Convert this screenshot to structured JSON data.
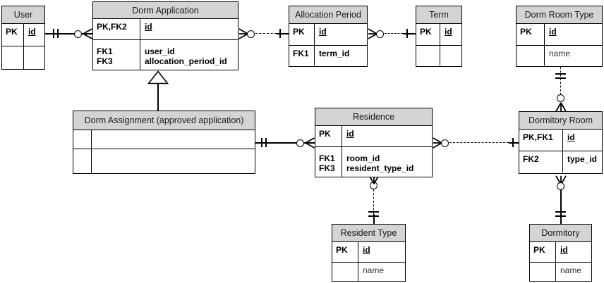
{
  "diagram": {
    "type": "entity-relationship-diagram",
    "notation": "crows-foot",
    "background_color": "#ffffff",
    "header_fill": "#d4d4d4",
    "line_color": "#000000"
  },
  "entities": [
    {
      "id": "user",
      "title": "User",
      "rows": [
        {
          "key": "PK",
          "attrs": [
            "id"
          ],
          "primary": true,
          "style": "bold"
        },
        {
          "key": "",
          "attrs": [],
          "primary": false,
          "style": "bold"
        }
      ]
    },
    {
      "id": "dorm-application",
      "title": "Dorm Application",
      "rows": [
        {
          "key": "PK,FK2",
          "attrs": [
            "id"
          ],
          "primary": true,
          "style": "bold"
        },
        {
          "key": "FK1\nFK3",
          "attrs": [
            "user_id",
            "allocation_period_id"
          ],
          "primary": false,
          "style": "bold"
        }
      ]
    },
    {
      "id": "allocation-period",
      "title": "Allocation Period",
      "rows": [
        {
          "key": "PK",
          "attrs": [
            "id"
          ],
          "primary": true,
          "style": "bold"
        },
        {
          "key": "FK1",
          "attrs": [
            "term_id"
          ],
          "primary": false,
          "style": "bold"
        }
      ]
    },
    {
      "id": "term",
      "title": "Term",
      "rows": [
        {
          "key": "PK",
          "attrs": [
            "id"
          ],
          "primary": true,
          "style": "bold"
        },
        {
          "key": "",
          "attrs": [],
          "primary": false,
          "style": "bold"
        }
      ]
    },
    {
      "id": "dorm-room-type",
      "title": "Dorm Room Type",
      "rows": [
        {
          "key": "PK",
          "attrs": [
            "id"
          ],
          "primary": true,
          "style": "bold"
        },
        {
          "key": "",
          "attrs": [
            "name"
          ],
          "primary": false,
          "style": "plain"
        }
      ]
    },
    {
      "id": "dorm-assignment",
      "title": "Dorm Assignment (approved application)",
      "rows": [
        {
          "key": "",
          "attrs": [],
          "primary": false,
          "style": "bold"
        },
        {
          "key": "",
          "attrs": [],
          "primary": false,
          "style": "bold"
        }
      ]
    },
    {
      "id": "residence",
      "title": "Residence",
      "rows": [
        {
          "key": "PK",
          "attrs": [
            "id"
          ],
          "primary": true,
          "style": "bold"
        },
        {
          "key": "FK1\nFK3",
          "attrs": [
            "room_id",
            "resident_type_id"
          ],
          "primary": false,
          "style": "bold"
        }
      ]
    },
    {
      "id": "dormitory-room",
      "title": "Dormitory Room",
      "rows": [
        {
          "key": "PK,FK1",
          "attrs": [
            "id"
          ],
          "primary": true,
          "style": "bold"
        },
        {
          "key": "FK2",
          "attrs": [
            "type_id"
          ],
          "primary": false,
          "style": "bold"
        }
      ]
    },
    {
      "id": "resident-type",
      "title": "Resident Type",
      "rows": [
        {
          "key": "PK",
          "attrs": [
            "id"
          ],
          "primary": true,
          "style": "bold"
        },
        {
          "key": "",
          "attrs": [
            "name"
          ],
          "primary": false,
          "style": "plain"
        }
      ]
    },
    {
      "id": "dormitory",
      "title": "Dormitory",
      "rows": [
        {
          "key": "PK",
          "attrs": [
            "id"
          ],
          "primary": true,
          "style": "bold"
        },
        {
          "key": "",
          "attrs": [
            "name"
          ],
          "primary": false,
          "style": "plain"
        }
      ]
    }
  ],
  "relationships": [
    {
      "id": "user-dormapplication",
      "from": "user",
      "to": "dorm-application",
      "line": "solid",
      "from_end": "one-mandatory",
      "to_end": "many-optional"
    },
    {
      "id": "dormapplication-allocationperiod",
      "from": "dorm-application",
      "to": "allocation-period",
      "line": "dashed",
      "from_end": "many-optional",
      "to_end": "one-mandatory"
    },
    {
      "id": "allocationperiod-term",
      "from": "allocation-period",
      "to": "term",
      "line": "dashed",
      "from_end": "many-optional",
      "to_end": "one-mandatory"
    },
    {
      "id": "dormroomtype-dormitoryroom",
      "from": "dorm-room-type",
      "to": "dormitory-room",
      "line": "dashed",
      "from_end": "one-mandatory",
      "to_end": "many-optional"
    },
    {
      "id": "dormassignment-residence",
      "from": "dorm-assignment",
      "to": "residence",
      "line": "solid",
      "from_end": "one-mandatory",
      "to_end": "many-optional"
    },
    {
      "id": "residence-dormitoryroom",
      "from": "residence",
      "to": "dormitory-room",
      "line": "dashed",
      "from_end": "many-optional",
      "to_end": "one-mandatory"
    },
    {
      "id": "residence-residenttype",
      "from": "residence",
      "to": "resident-type",
      "line": "dashed",
      "from_end": "many-optional",
      "to_end": "one-mandatory"
    },
    {
      "id": "dormitoryroom-dormitory",
      "from": "dormitory-room",
      "to": "dormitory",
      "line": "solid",
      "from_end": "many-optional",
      "to_end": "one-mandatory"
    },
    {
      "id": "dormassignment-inherits-dormapplication",
      "from": "dorm-assignment",
      "to": "dorm-application",
      "line": "solid",
      "from_end": "none",
      "to_end": "inheritance-triangle"
    }
  ]
}
